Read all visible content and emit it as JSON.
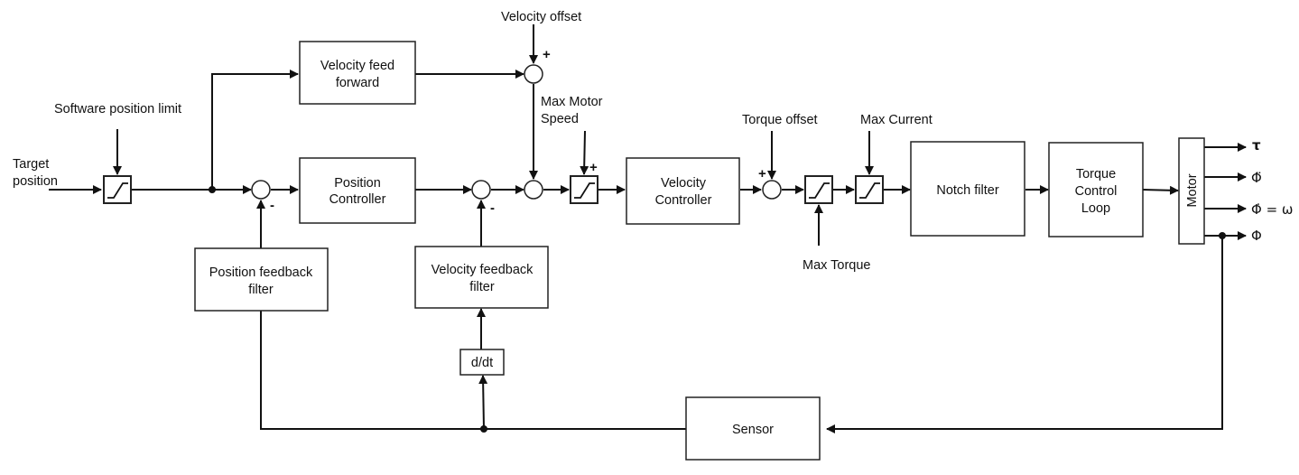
{
  "diagram": {
    "title": "",
    "inputs": {
      "target_position": [
        "Target",
        "position"
      ],
      "software_position_limit": "Software position limit",
      "velocity_offset": "Velocity offset",
      "max_motor_speed": [
        "Max Motor",
        "Speed"
      ],
      "torque_offset": "Torque offset",
      "max_current": "Max Current",
      "max_torque": "Max Torque"
    },
    "blocks": {
      "velocity_feed_forward": [
        "Velocity feed",
        "forward"
      ],
      "position_controller": [
        "Position",
        "Controller"
      ],
      "position_feedback_filter": [
        "Position feedback",
        "filter"
      ],
      "velocity_feedback_filter": [
        "Velocity feedback",
        "filter"
      ],
      "derivative": "d/dt",
      "velocity_controller": [
        "Velocity",
        "Controller"
      ],
      "notch_filter": "Notch filter",
      "torque_control_loop": [
        "Torque",
        "Control",
        "Loop"
      ],
      "motor": "Motor",
      "sensor": "Sensor"
    },
    "signs": {
      "plus": "+",
      "minus": "-"
    },
    "outputs": {
      "torque": "τ",
      "acceleration": "Φ̈",
      "velocity": "Φ̇ = ω",
      "position": "Φ"
    },
    "icons": {
      "saturation": "saturation-limiter-icon",
      "summing": "summing-junction-icon",
      "junction": "junction-dot-icon"
    }
  }
}
